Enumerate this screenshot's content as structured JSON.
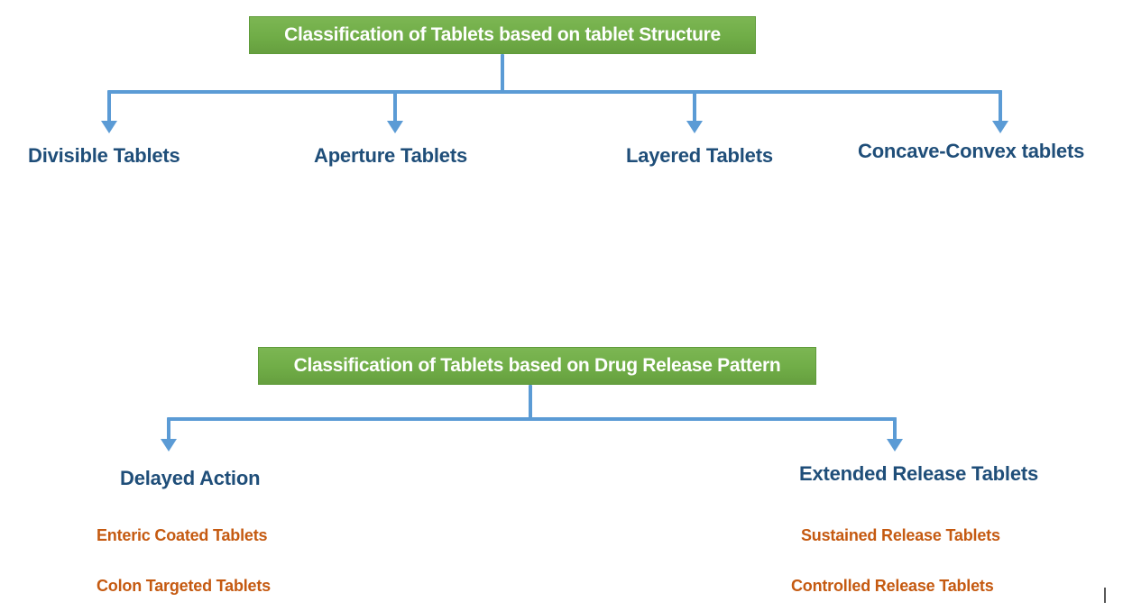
{
  "diagram": {
    "title_colors": {
      "box_fill": "#70AD47",
      "box_text": "#FFFFFF",
      "connector": "#5B9BD5",
      "primary_label": "#1F4E79",
      "secondary_label": "#C55A11",
      "background": "#FFFFFF"
    },
    "sections": [
      {
        "id": "structure",
        "heading": "Classification of Tablets based on tablet Structure",
        "children": [
          {
            "label": "Divisible Tablets"
          },
          {
            "label": "Aperture Tablets"
          },
          {
            "label": "Layered Tablets"
          },
          {
            "label": "Concave-Convex tablets"
          }
        ]
      },
      {
        "id": "release",
        "heading": "Classification of Tablets based on Drug Release Pattern",
        "children": [
          {
            "label": "Delayed Action",
            "items": [
              "Enteric Coated Tablets",
              "Colon Targeted Tablets"
            ]
          },
          {
            "label": "Extended Release Tablets",
            "items": [
              "Sustained Release Tablets",
              "Controlled Release Tablets"
            ]
          }
        ]
      }
    ]
  }
}
